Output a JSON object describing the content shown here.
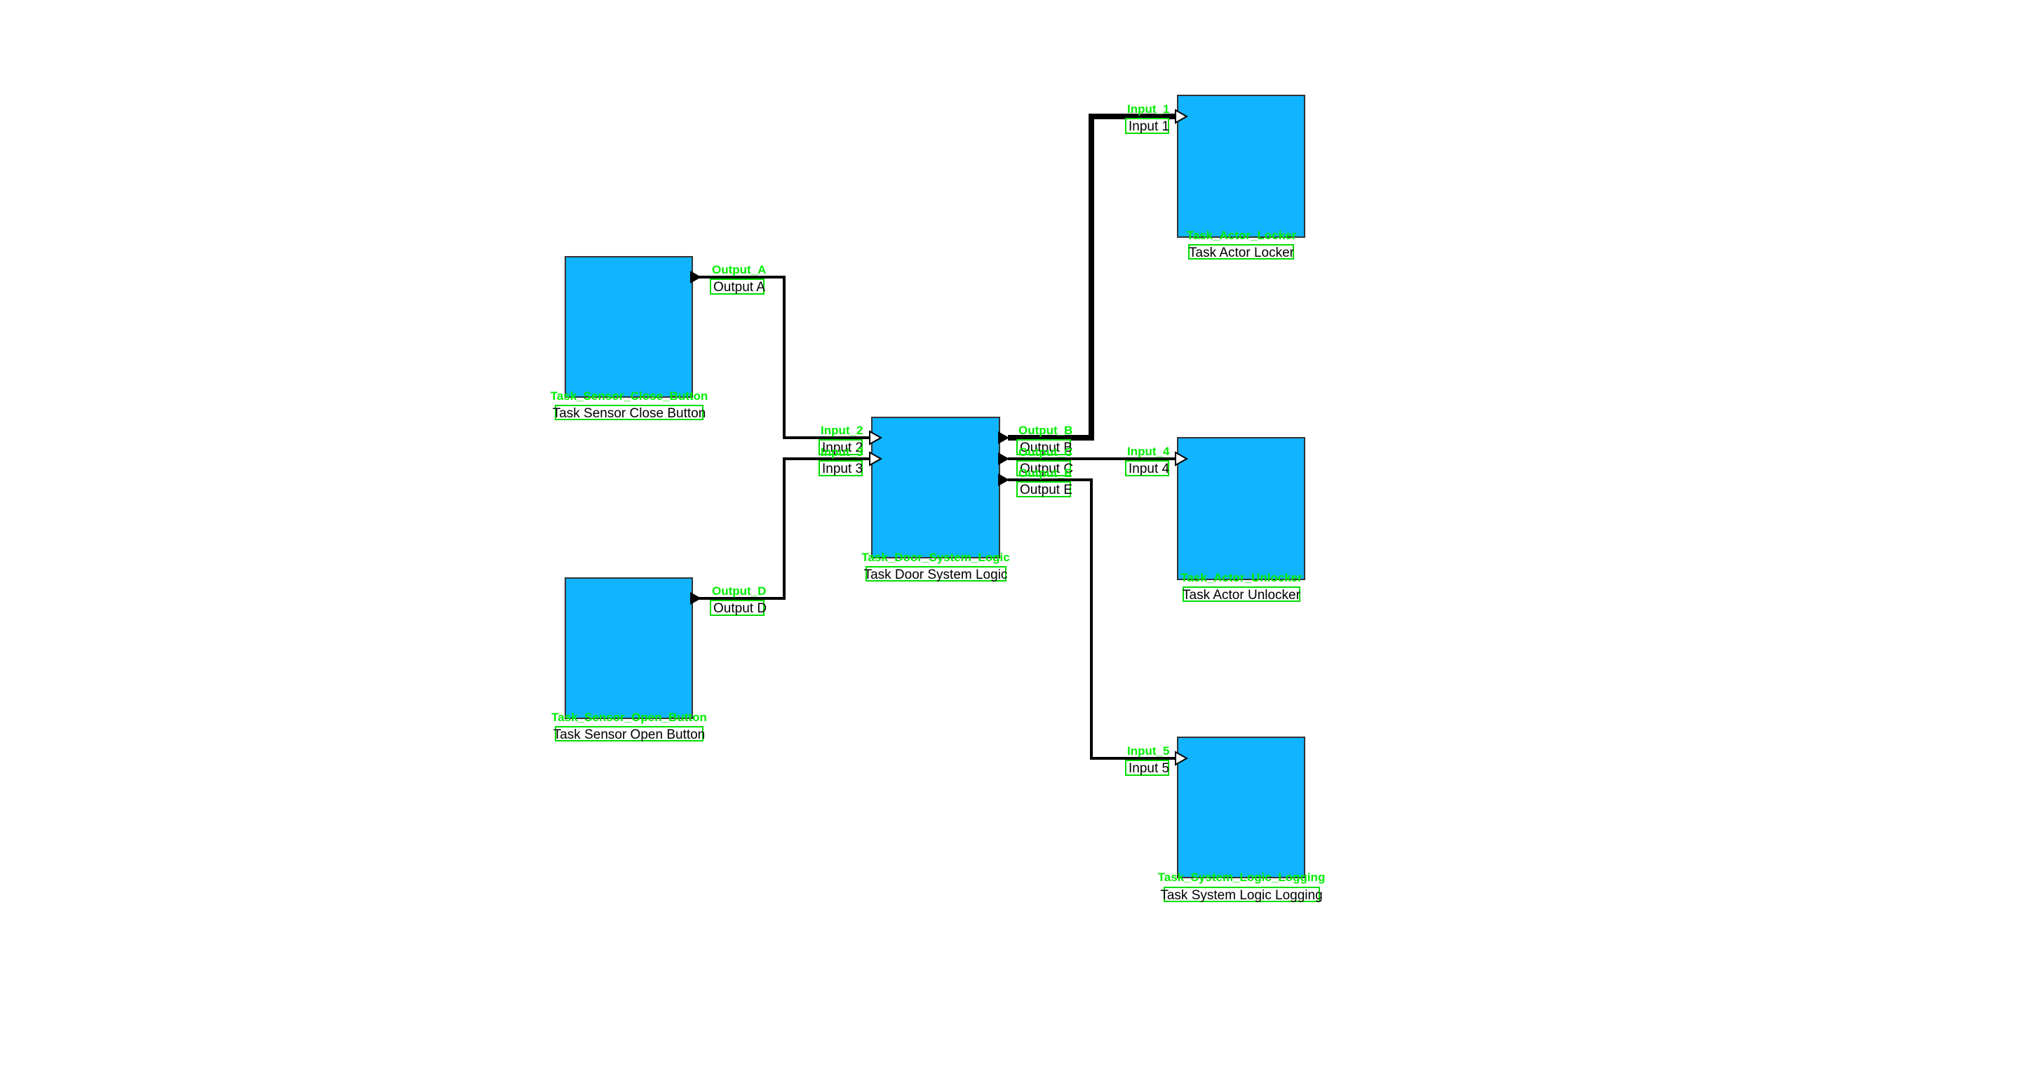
{
  "diagram": {
    "colors": {
      "block_fill": "#10b4ff",
      "label_green": "#00ee00",
      "wire": "#000000"
    },
    "blocks": {
      "sensor_close": {
        "caption_top": "Task_Sensor_Close_Button",
        "caption": "Task Sensor Close Button"
      },
      "sensor_open": {
        "caption_top": "Task_Sensor_Open_Button",
        "caption": "Task Sensor Open Button"
      },
      "door_logic": {
        "caption_top": "Task_Door_System_Logic",
        "caption": "Task Door System Logic"
      },
      "actor_locker": {
        "caption_top": "Task_Actor_Locker",
        "caption": "Task Actor Locker"
      },
      "actor_unlocker": {
        "caption_top": "Task_Actor_Unlocker",
        "caption": "Task Actor Unlocker"
      },
      "logging": {
        "caption_top": "Task_System_Logic_Logging",
        "caption": "Task System Logic Logging"
      }
    },
    "ports": {
      "output_a": {
        "tag": "Output_A",
        "label": "Output A"
      },
      "output_d": {
        "tag": "Output_D",
        "label": "Output D"
      },
      "input_2": {
        "tag": "Input_2",
        "label": "Input 2"
      },
      "input_3": {
        "tag": "Input_3",
        "label": "Input 3"
      },
      "output_b": {
        "tag": "Output_B",
        "label": "Output B"
      },
      "output_c": {
        "tag": "Output_C",
        "label": "Output C"
      },
      "output_e": {
        "tag": "Output_E",
        "label": "Output E"
      },
      "input_1": {
        "tag": "Input_1",
        "label": "Input 1"
      },
      "input_4": {
        "tag": "Input_4",
        "label": "Input 4"
      },
      "input_5": {
        "tag": "Input_5",
        "label": "Input 5"
      }
    }
  }
}
